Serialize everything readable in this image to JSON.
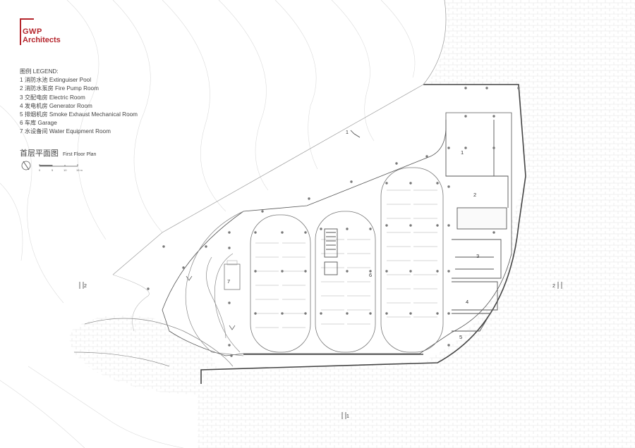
{
  "logo": {
    "line1": "GWP",
    "line2": "Architects",
    "color": "#b5252c"
  },
  "legend": {
    "title": "图例 LEGEND:",
    "items": [
      "1 消防水池 Extinguiser Pool",
      "2 消防水泵房 Fire Pump Room",
      "3 交配电房 Electric Room",
      "4 发电机房 Generator Room",
      "5 排烟机房 Smoke Exhaust Mechanical Room",
      "6 车库 Garage",
      "7 水设备间 Water Equipment Room"
    ]
  },
  "plan_title": {
    "zh": "首层平面图",
    "en": "First Floor Plan"
  },
  "scale_bar": {
    "labels": [
      "0",
      "5",
      "10",
      "15 m"
    ],
    "icon": "north-arrow-icon"
  },
  "room_labels": [
    "1",
    "2",
    "3",
    "4",
    "5",
    "6",
    "7"
  ],
  "section_markers": [
    "1",
    "1",
    "2",
    "2"
  ],
  "colors": {
    "line": "#555555",
    "light_line": "#cfcfcf",
    "wall": "#444444"
  }
}
